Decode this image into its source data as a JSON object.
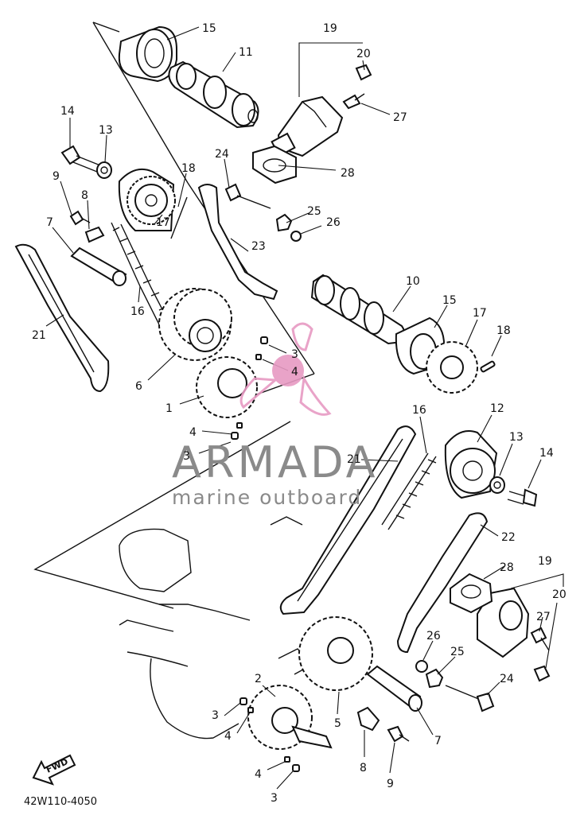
{
  "drawing_code": "42W110-4050",
  "fwd_label": "FWD",
  "watermark": {
    "brand": "ARMADA",
    "tagline": "marine outboard"
  },
  "colors": {
    "line": "#111111",
    "watermark_pink": "#e79ac3",
    "watermark_gray": "#8a8a8a"
  },
  "callouts": [
    {
      "id": "c15a",
      "text": "15"
    },
    {
      "id": "c11",
      "text": "11"
    },
    {
      "id": "c19a",
      "text": "19"
    },
    {
      "id": "c20a",
      "text": "20"
    },
    {
      "id": "c27a",
      "text": "27"
    },
    {
      "id": "c14a",
      "text": "14"
    },
    {
      "id": "c13a",
      "text": "13"
    },
    {
      "id": "c28a",
      "text": "28"
    },
    {
      "id": "c9a",
      "text": "9"
    },
    {
      "id": "c8a",
      "text": "8"
    },
    {
      "id": "c18a",
      "text": "18"
    },
    {
      "id": "c24a",
      "text": "24"
    },
    {
      "id": "c7a",
      "text": "7"
    },
    {
      "id": "c17a",
      "text": "17"
    },
    {
      "id": "c25a",
      "text": "25"
    },
    {
      "id": "c26a",
      "text": "26"
    },
    {
      "id": "c23",
      "text": "23"
    },
    {
      "id": "c16a",
      "text": "16"
    },
    {
      "id": "c10",
      "text": "10"
    },
    {
      "id": "c15b",
      "text": "15"
    },
    {
      "id": "c17b",
      "text": "17"
    },
    {
      "id": "c18b",
      "text": "18"
    },
    {
      "id": "c21a",
      "text": "21"
    },
    {
      "id": "c3a",
      "text": "3"
    },
    {
      "id": "c4a",
      "text": "4"
    },
    {
      "id": "c6",
      "text": "6"
    },
    {
      "id": "c1",
      "text": "1"
    },
    {
      "id": "c16b",
      "text": "16"
    },
    {
      "id": "c12",
      "text": "12"
    },
    {
      "id": "c4b",
      "text": "4"
    },
    {
      "id": "c3b",
      "text": "3"
    },
    {
      "id": "c13b",
      "text": "13"
    },
    {
      "id": "c14b",
      "text": "14"
    },
    {
      "id": "c21b",
      "text": "21"
    },
    {
      "id": "c22",
      "text": "22"
    },
    {
      "id": "c19b",
      "text": "19"
    },
    {
      "id": "c28b",
      "text": "28"
    },
    {
      "id": "c20b",
      "text": "20"
    },
    {
      "id": "c27b",
      "text": "27"
    },
    {
      "id": "c26b",
      "text": "26"
    },
    {
      "id": "c25b",
      "text": "25"
    },
    {
      "id": "c24b",
      "text": "24"
    },
    {
      "id": "c2",
      "text": "2"
    },
    {
      "id": "c3c",
      "text": "3"
    },
    {
      "id": "c4c",
      "text": "4"
    },
    {
      "id": "c5",
      "text": "5"
    },
    {
      "id": "c7b",
      "text": "7"
    },
    {
      "id": "c8b",
      "text": "8"
    },
    {
      "id": "c9b",
      "text": "9"
    },
    {
      "id": "c4d",
      "text": "4"
    },
    {
      "id": "c3d",
      "text": "3"
    }
  ]
}
